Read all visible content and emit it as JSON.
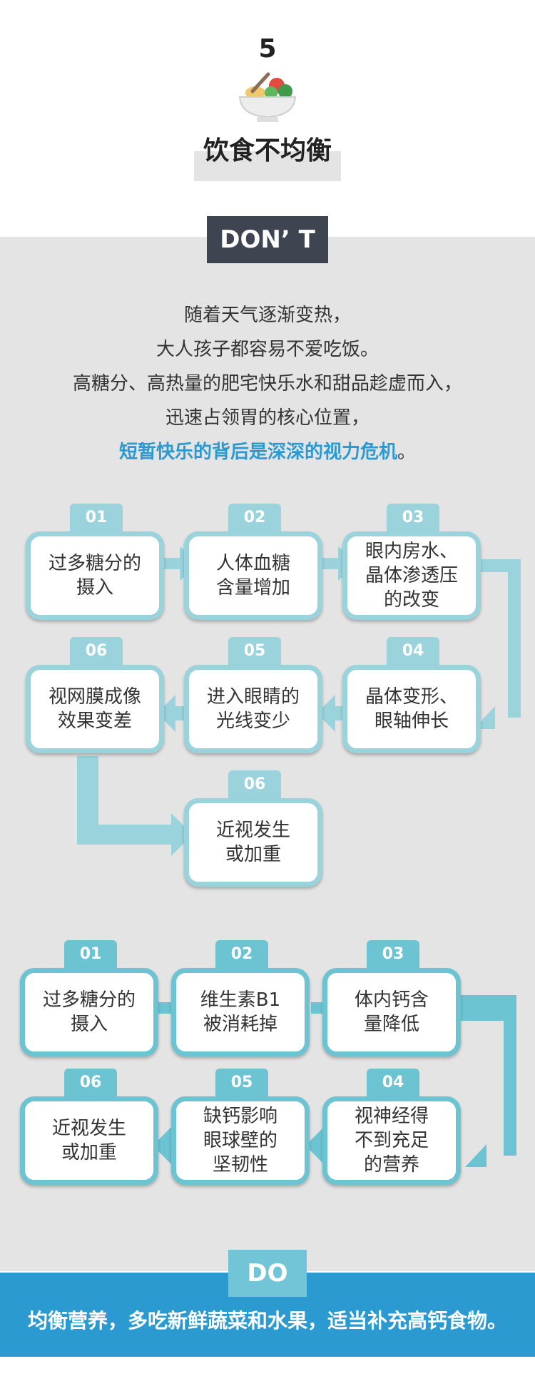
{
  "number": "5",
  "title": "饮食不均衡",
  "dont_label": "DON’ T",
  "intro": {
    "lines": [
      "随着天气逐渐变热，",
      "大人孩子都容易不爱吃饭。",
      "高糖分、高热量的肥宅快乐水和甜品趁虚而入，",
      "迅速占领胃的核心位置，"
    ],
    "highlight": "短暂快乐的背后是深深的视力危机",
    "highlight_tail": "。"
  },
  "flow1": [
    {
      "num": "01",
      "text": "过多糖分的\n摄入"
    },
    {
      "num": "02",
      "text": "人体血糖\n含量增加"
    },
    {
      "num": "03",
      "text": "眼内房水、\n晶体渗透压\n的改变"
    },
    {
      "num": "04",
      "text": "晶体变形、\n眼轴伸长"
    },
    {
      "num": "05",
      "text": "进入眼睛的\n光线变少"
    },
    {
      "num": "06",
      "text": "视网膜成像\n效果变差"
    },
    {
      "num": "06",
      "text": "近视发生\n或加重"
    }
  ],
  "flow2": [
    {
      "num": "01",
      "text": "过多糖分的\n摄入"
    },
    {
      "num": "02",
      "text": "维生素B1\n被消耗掉"
    },
    {
      "num": "03",
      "text": "体内钙含\n量降低"
    },
    {
      "num": "04",
      "text": "视神经得\n不到充足\n的营养"
    },
    {
      "num": "05",
      "text": "缺钙影响\n眼球壁的\n坚韧性"
    },
    {
      "num": "06",
      "text": "近视发生\n或加重"
    }
  ],
  "do_label": "DO",
  "do_text": "均衡营养，多吃新鲜蔬菜和水果，适当补充高钙食物。",
  "colors": {
    "flow1": "#9ad3dc",
    "flow2": "#6cc4d3",
    "dont_bg": "#3e4450",
    "do_band": "#2b9ad1",
    "highlight": "#2b9ad1"
  },
  "icons": [
    "bowl-icon"
  ]
}
